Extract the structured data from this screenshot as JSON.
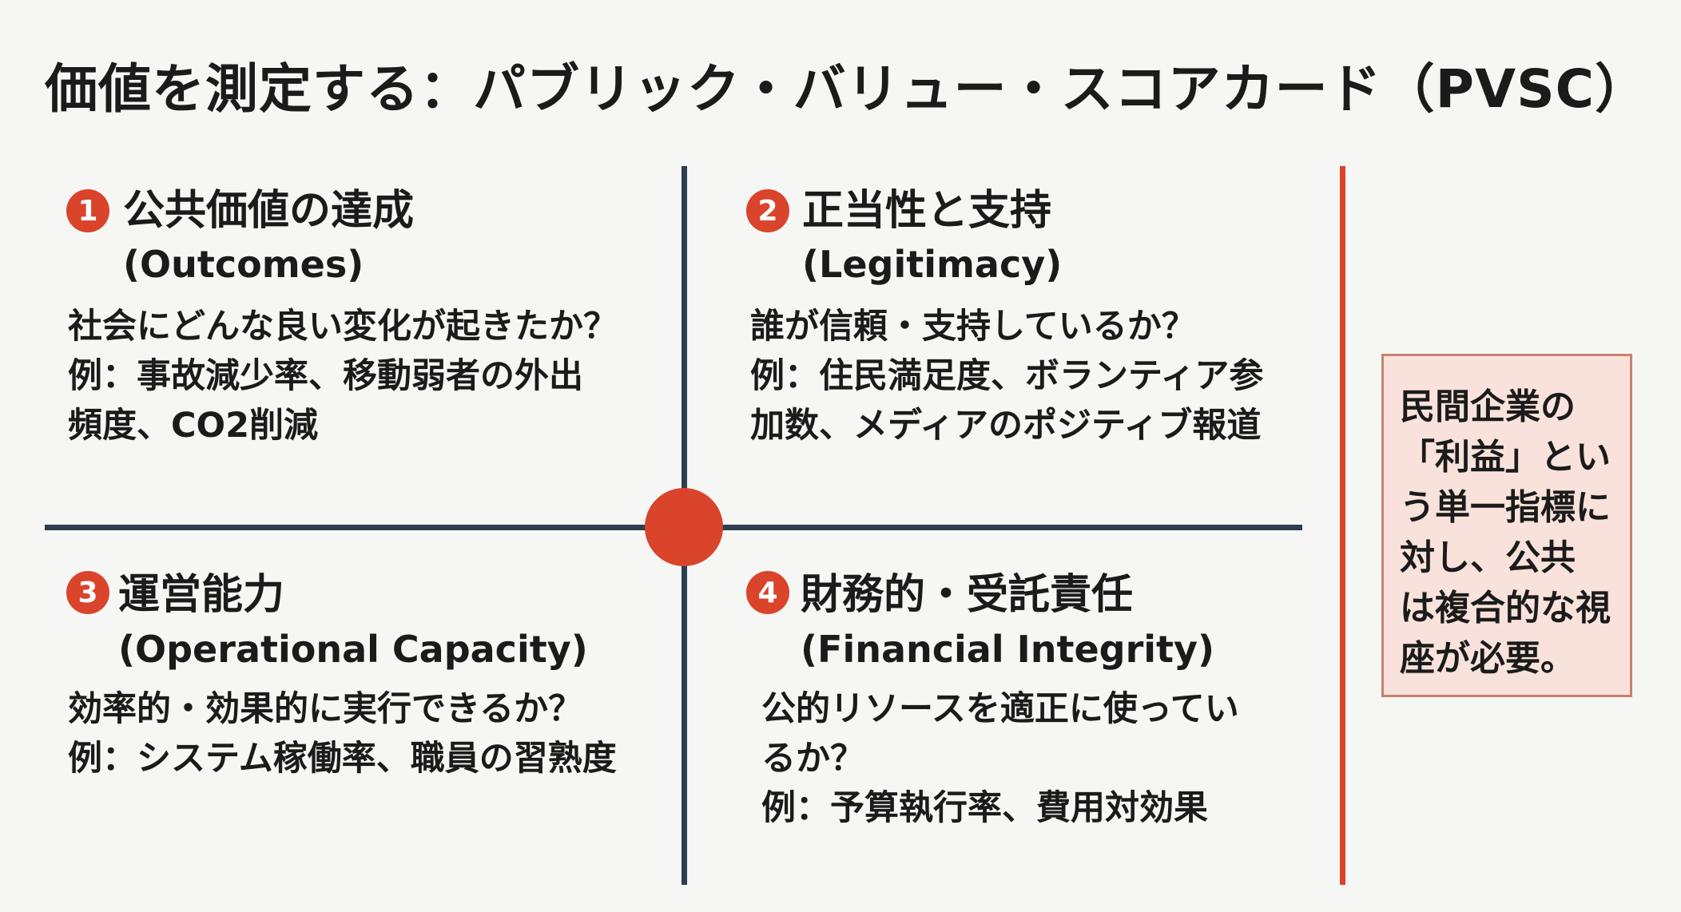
{
  "title": "価値を測定する：パブリック・バリュー・スコアカード（PVSC）",
  "colors": {
    "accent": "#d9442b",
    "navy": "#2d3e50",
    "box_fill": "#f9e2db"
  },
  "quadrants": [
    {
      "number": "1",
      "heading": "公共価値の達成",
      "subtitle": "(Outcomes)",
      "lines": [
        "社会にどんな良い変化が起きたか？",
        "例：事故減少率、移動弱者の外出",
        "頻度、CO2削減"
      ]
    },
    {
      "number": "2",
      "heading": "正当性と支持",
      "subtitle": "(Legitimacy)",
      "lines": [
        "誰が信頼・支持しているか？",
        "例：住民満足度、ボランティア参",
        "加数、メディアのポジティブ報道"
      ]
    },
    {
      "number": "3",
      "heading": "運営能力",
      "subtitle": "(Operational Capacity)",
      "lines": [
        "効率的・効果的に実行できるか？",
        "例：システム稼働率、職員の習熟度"
      ]
    },
    {
      "number": "4",
      "heading": "財務的・受託責任",
      "subtitle": "(Financial Integrity)",
      "lines": [
        "公的リソースを適正に使ってい",
        "るか？",
        "例：予算執行率、費用対効果"
      ]
    }
  ],
  "side_note": {
    "lines": [
      "民間企業の",
      "「利益」とい",
      "う単一指標に",
      "対し、公共",
      "は複合的な視",
      "座が必要。"
    ]
  }
}
